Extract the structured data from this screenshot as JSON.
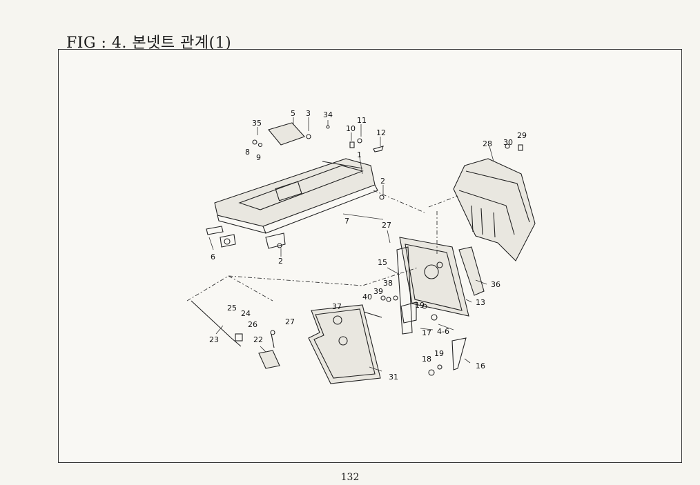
{
  "figure": {
    "title": "FIG : 4. 본넷트 관계(1)",
    "page_number": "132"
  },
  "callouts": [
    "35",
    "5",
    "3",
    "34",
    "11",
    "10",
    "12",
    "8",
    "9",
    "1",
    "2",
    "7",
    "6",
    "2",
    "28",
    "30",
    "29",
    "27",
    "15",
    "36",
    "13",
    "40",
    "39",
    "38",
    "37",
    "25",
    "24",
    "26",
    "27",
    "23",
    "22",
    "19",
    "17",
    "4-6",
    "31",
    "18",
    "19",
    "16"
  ]
}
